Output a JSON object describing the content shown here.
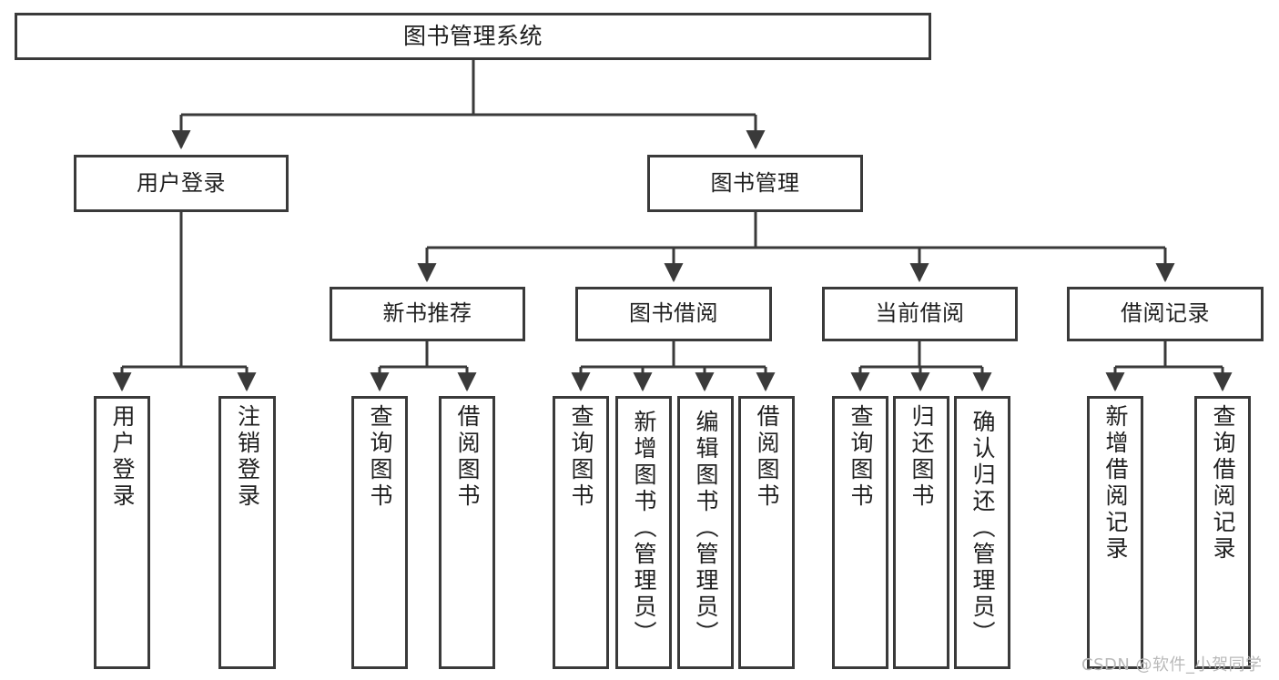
{
  "diagram": {
    "title": "图书管理系统",
    "type": "tree",
    "line_color": "#3a3a3a",
    "box_border_color": "#3a3a3a",
    "background_color": "#ffffff",
    "text_color": "#202020"
  },
  "nodes": {
    "root": {
      "label": "图书管理系统"
    },
    "level1": [
      {
        "id": "user-login",
        "label": "用户登录"
      },
      {
        "id": "book-manage",
        "label": "图书管理"
      }
    ],
    "level2": [
      {
        "id": "new-book-recommend",
        "label": "新书推荐"
      },
      {
        "id": "book-borrow",
        "label": "图书借阅"
      },
      {
        "id": "current-borrow",
        "label": "当前借阅"
      },
      {
        "id": "borrow-record",
        "label": "借阅记录"
      }
    ],
    "leaves": {
      "user_login": [
        {
          "id": "leaf-user-login",
          "label": "用户登录"
        },
        {
          "id": "leaf-logout-login",
          "label": "注销登录"
        }
      ],
      "new_book_recommend": [
        {
          "id": "leaf-query-book-1",
          "label": "查询图书"
        },
        {
          "id": "leaf-borrow-book-1",
          "label": "借阅图书"
        }
      ],
      "book_borrow": [
        {
          "id": "leaf-query-book-2",
          "label": "查询图书"
        },
        {
          "id": "leaf-add-book",
          "label": "新增图书（管理员）"
        },
        {
          "id": "leaf-edit-book",
          "label": "编辑图书（管理员）"
        },
        {
          "id": "leaf-borrow-book-2",
          "label": "借阅图书"
        }
      ],
      "current_borrow": [
        {
          "id": "leaf-query-book-3",
          "label": "查询图书"
        },
        {
          "id": "leaf-return-book",
          "label": "归还图书"
        },
        {
          "id": "leaf-confirm-return",
          "label": "确认归还（管理员）"
        }
      ],
      "borrow_record": [
        {
          "id": "leaf-add-borrow-record",
          "label": "新增借阅记录"
        },
        {
          "id": "leaf-query-borrow-record",
          "label": "查询借阅记录"
        }
      ]
    }
  },
  "watermark": {
    "text": "CSDN @软件_小贺同学"
  }
}
